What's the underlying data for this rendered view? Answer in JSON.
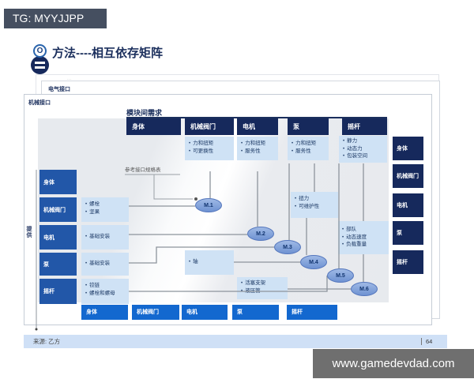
{
  "topbar": {
    "text": "TG: MYYJJPP"
  },
  "watermark": {
    "url_text": "www.gamedevdad.com"
  },
  "slide": {
    "title_icon": "O",
    "title": "方法----相互依存矩阵",
    "back_card_label": "电气接口",
    "front_card_label": "机械接口",
    "card_note": "···",
    "source": "来源: 乙方",
    "page_number": "64",
    "matrix": {
      "header": "模块间需求",
      "left_axis_label": "提供",
      "annotation": "参考接口规格表",
      "columns": [
        "身体",
        "机械阀门",
        "电机",
        "泵",
        "摇杆"
      ],
      "rows": [
        "身体",
        "机械阀门",
        "电机",
        "泵",
        "摇杆"
      ],
      "right_labels": [
        "身体",
        "机械阀门",
        "电机",
        "泵",
        "摇杆"
      ],
      "footer_labels": [
        "身体",
        "机械阀门",
        "电机",
        "泵",
        "摇杆"
      ],
      "req_cells": [
        {
          "column": "机械阀门",
          "items": [
            "力和扭矩",
            "可更换性"
          ]
        },
        {
          "column": "电机",
          "items": [
            "力和扭矩",
            "服务性"
          ]
        },
        {
          "column": "泵",
          "items": [
            "力和扭矩",
            "服务性"
          ]
        },
        {
          "column": "摇杆",
          "items": [
            "静力",
            "动态力",
            "包装空间"
          ]
        }
      ],
      "row_cells": [
        {
          "row": "机械阀门",
          "items": [
            "螺栓",
            "坚果"
          ]
        },
        {
          "row": "电机",
          "items": [
            "基础安装"
          ]
        },
        {
          "row": "泵",
          "items": [
            "基础安装"
          ]
        },
        {
          "row": "摇杆",
          "items": [
            "铰链",
            "螺栓和螺母"
          ]
        }
      ],
      "mid_cells": [
        {
          "items": [
            "扭力",
            "可维护性"
          ]
        },
        {
          "items": [
            "部队",
            "动态速度",
            "负载重量"
          ]
        },
        {
          "items": [
            "轴"
          ]
        },
        {
          "items": [
            "活塞支架",
            "液压管"
          ]
        }
      ],
      "nodes": [
        "M.1",
        "M.2",
        "M.3",
        "M.4",
        "M.5",
        "M.6"
      ]
    }
  },
  "colors": {
    "navy": "#16295c",
    "blue": "#2257a8",
    "royal_blue": "#1368cf",
    "cell_blue": "#cfe2f5",
    "source_bar": "#cfe0f6",
    "topbar_bg": "#454f60",
    "watermark_bg": "#6f6f6f"
  }
}
